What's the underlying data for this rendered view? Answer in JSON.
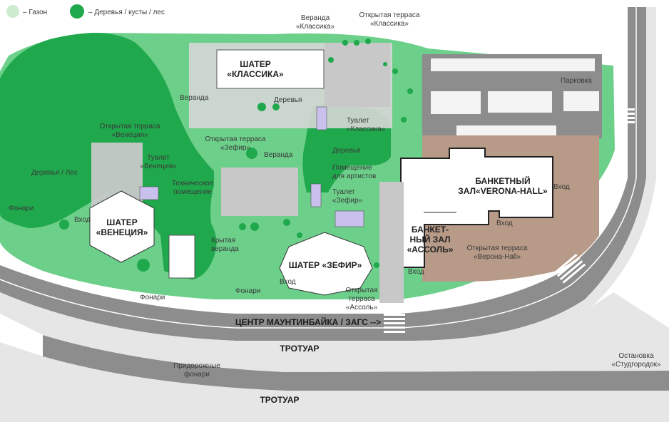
{
  "colors": {
    "lawn": "#6ccf8a",
    "trees": "#1fa84c",
    "lawn_legend": "#cdebcf",
    "road": "#8d8d8d",
    "sidewalk": "#e6e6e6",
    "building": "#ffffff",
    "paved": "#c8c8c8",
    "terrace_brown": "#b79a87",
    "accent_purple": "#c9c0ee"
  },
  "legend": [
    {
      "label": "– Газон",
      "swatch": "lawn_legend"
    },
    {
      "label": "– Деревья / кусты / лес",
      "swatch": "trees"
    }
  ],
  "labels": {
    "veranda_klassika": [
      "Веранда",
      "«Классика»"
    ],
    "terrace_klassika": [
      "Открытая терраса",
      "«Классика»"
    ],
    "tent_klassika": [
      "ШАТЕР",
      "«КЛАССИКА»"
    ],
    "veranda": "Веранда",
    "trees": "Деревья",
    "parking": "Парковка",
    "toilet_klassika": [
      "Туалет",
      "«Классика»"
    ],
    "trees2": "Деревья",
    "terrace_venecia": [
      "Открытая терраса",
      "«Венеция»"
    ],
    "terrace_zefir": [
      "Открытая терраса",
      "«Зефир»"
    ],
    "veranda2": "Веранда",
    "toilet_venecia": [
      "Туалет",
      "«Венеция»"
    ],
    "tech_room": [
      "Техническое",
      "помещение"
    ],
    "artist_room": [
      "Помещение",
      "для артистов"
    ],
    "toilet_zefir": [
      "Туалет",
      "«Зефир»"
    ],
    "trees_forest": "Деревья / Лес",
    "lamps1": "Фонари",
    "entrance1": "Вход",
    "tent_venecia": [
      "ШАТЕР",
      "«ВЕНЕЦИЯ»"
    ],
    "covered_veranda": [
      "Крытая",
      "веранда"
    ],
    "tent_zefir": "ШАТЕР «ЗЕФИР»",
    "entrance2": "Вход",
    "lamps2": "Фонари",
    "lamps3": "Фонари",
    "terrace_assol": [
      "Открытая",
      "терраса",
      "«Ассоль»"
    ],
    "hall_verona": [
      "БАНКЕТНЫЙ",
      "ЗАЛ«VERONA-HALL»"
    ],
    "entrance_v1": "Вход",
    "entrance_v2": "Вход",
    "hall_assol": [
      "БАНКЕТ-",
      "НЫЙ ЗАЛ",
      "«АССОЛЬ»"
    ],
    "terrace_verona": [
      "Открытая терраса",
      "«Верона-Hall»"
    ],
    "entrance_assol": "Вход",
    "road_label": "ЦЕНТР МАУНТИНБАЙКА / ЗАГС -->",
    "sidewalk1": "ТРОТУАР",
    "sidewalk2": "ТРОТУАР",
    "roadside_lamps": [
      "Придорожные",
      "фонари"
    ],
    "bus_stop": [
      "Остановка",
      "«Студгородок»"
    ]
  }
}
